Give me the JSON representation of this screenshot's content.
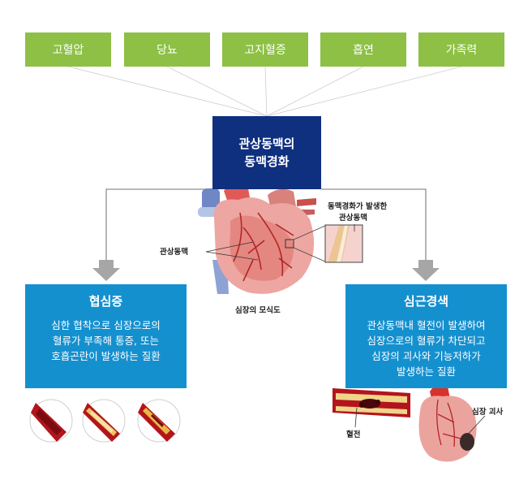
{
  "risk_factors": [
    "고혈압",
    "당뇨",
    "고지혈증",
    "흡연",
    "가족력"
  ],
  "center": {
    "line1": "관상동맥의",
    "line2": "동맥경화"
  },
  "heart_labels": {
    "coronary_artery": "관상동맥",
    "affected_line1": "동맥경화가 발생한",
    "affected_line2": "관상동맥",
    "caption": "심장의 모식도"
  },
  "left_box": {
    "title": "협심증",
    "desc": [
      "심한 협착으로 심장으로의",
      "혈류가 부족해 통증, 또는",
      "호흡곤란이 발생하는 질환"
    ]
  },
  "right_box": {
    "title": "심근경색",
    "desc": [
      "관상동맥내 혈전이 발생하여",
      "심장으로의 혈류가 차단되고",
      "심장의 괴사와 기능저하가",
      "발생하는 질환"
    ]
  },
  "bottom_labels": {
    "thrombus": "혈전",
    "necrosis": "심장 괴사"
  },
  "colors": {
    "risk": "#8dc045",
    "center": "#0f2f7f",
    "disease": "#1590cf",
    "arrow": "#a6a6a6"
  }
}
